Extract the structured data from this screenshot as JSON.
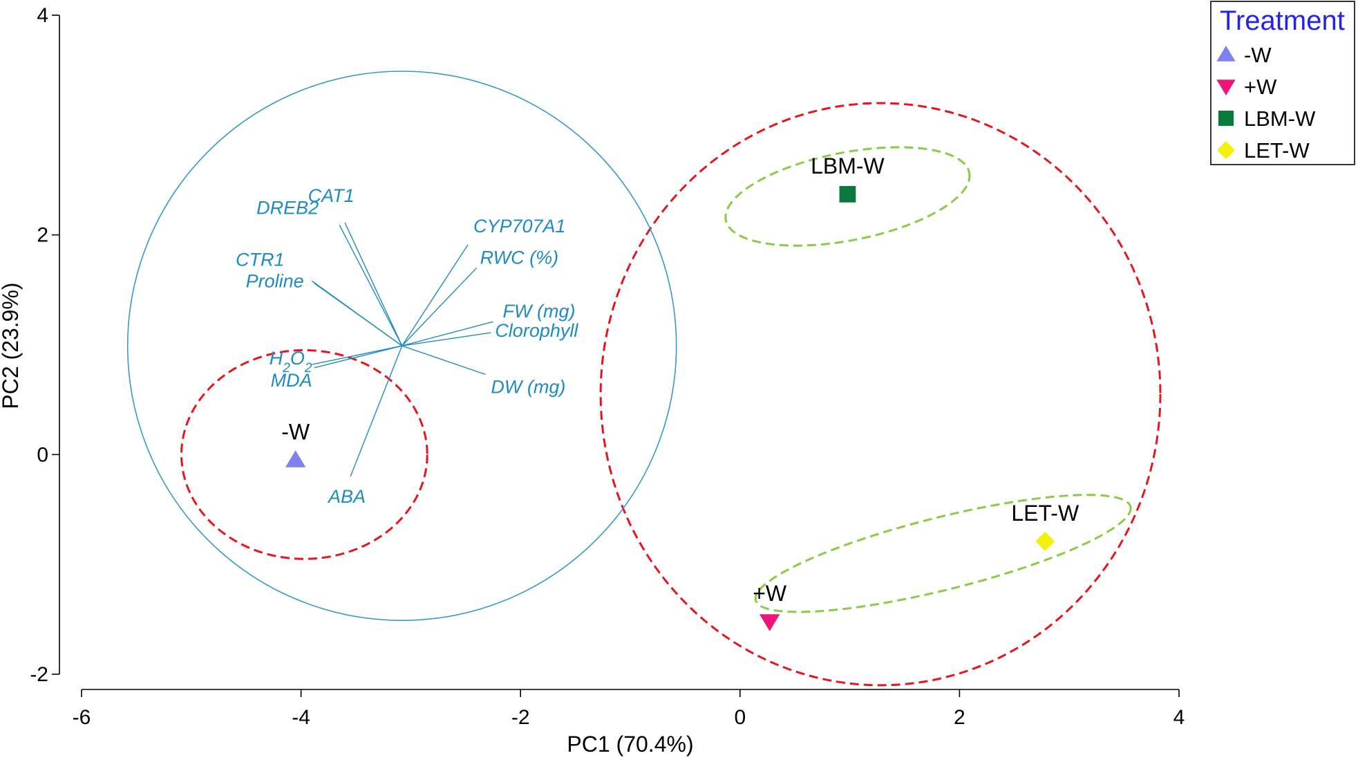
{
  "chart_data": {
    "type": "scatter",
    "subtype": "pca-biplot",
    "title": "",
    "xlabel": "PC1 (70.4%)",
    "ylabel": "PC2 (23.9%)",
    "xlim": [
      -6,
      4
    ],
    "ylim": [
      -2,
      4
    ],
    "xticks": [
      -6,
      -4,
      -2,
      0,
      2,
      4
    ],
    "yticks": [
      -2,
      0,
      2,
      4
    ],
    "grid": false,
    "legend": {
      "title": "Treatment",
      "placement": "top-right",
      "title_color": "#2222ee",
      "items": [
        {
          "label": "-W",
          "marker": "triangle-up",
          "color": "#8080ee"
        },
        {
          "label": "+W",
          "marker": "triangle-down",
          "color": "#f0147a"
        },
        {
          "label": "LBM-W",
          "marker": "square",
          "color": "#0a7a3c"
        },
        {
          "label": "LET-W",
          "marker": "diamond",
          "color": "#f5f00a"
        }
      ]
    },
    "points": [
      {
        "label": "-W",
        "x": -4.05,
        "y": -0.05,
        "marker": "triangle-up",
        "color": "#8080ee"
      },
      {
        "label": "+W",
        "x": 0.27,
        "y": -1.52,
        "marker": "triangle-down",
        "color": "#f0147a"
      },
      {
        "label": "LBM-W",
        "x": 0.98,
        "y": 2.37,
        "marker": "square",
        "color": "#0a7a3c"
      },
      {
        "label": "LET-W",
        "x": 2.78,
        "y": -0.79,
        "marker": "diamond",
        "color": "#f5f00a"
      }
    ],
    "loadings_origin": {
      "x": -3.08,
      "y": 0.99
    },
    "correlation_circle": {
      "cx": -3.08,
      "cy": 0.99,
      "radius": 2.5,
      "color": "#3399cc"
    },
    "loadings": [
      {
        "name": "CAT1",
        "x": -3.6,
        "y": 2.11
      },
      {
        "name": "DREB2",
        "x": -3.65,
        "y": 2.09
      },
      {
        "name": "CYP707A1",
        "x": -2.48,
        "y": 1.91
      },
      {
        "name": "RWC (%)",
        "x": -2.4,
        "y": 1.7
      },
      {
        "name": "CTR1",
        "x": -3.9,
        "y": 1.58
      },
      {
        "name": "Proline",
        "x": -3.88,
        "y": 1.56
      },
      {
        "name": "FW (mg)",
        "x": -2.25,
        "y": 1.21
      },
      {
        "name": "Clorophyll",
        "x": -2.27,
        "y": 1.11
      },
      {
        "name": "H2O2",
        "x": -3.9,
        "y": 0.82
      },
      {
        "name": "MDA",
        "x": -3.88,
        "y": 0.79
      },
      {
        "name": "DW (mg)",
        "x": -2.32,
        "y": 0.73
      },
      {
        "name": "ABA",
        "x": -3.55,
        "y": -0.2
      }
    ],
    "ellipses": [
      {
        "group": "left-cluster",
        "style": "dashed",
        "color": "#e8141c",
        "cx": -3.97,
        "cy": 0.0,
        "rx": 1.12,
        "ry": 0.95,
        "rotation_deg": 0
      },
      {
        "group": "right-cluster",
        "style": "dashed",
        "color": "#e8141c",
        "cx": 1.28,
        "cy": 0.55,
        "rx": 2.55,
        "ry": 2.65,
        "rotation_deg": 0
      },
      {
        "group": "LBM-W",
        "style": "dashed",
        "color": "#88cc44",
        "cx": 0.98,
        "cy": 2.35,
        "rx": 1.13,
        "ry": 0.4,
        "rotation_deg": 11
      },
      {
        "group": "LET-W-+W",
        "style": "dashed",
        "color": "#88cc44",
        "cx": 1.85,
        "cy": -0.9,
        "rx": 1.76,
        "ry": 0.33,
        "rotation_deg": 14
      }
    ]
  }
}
